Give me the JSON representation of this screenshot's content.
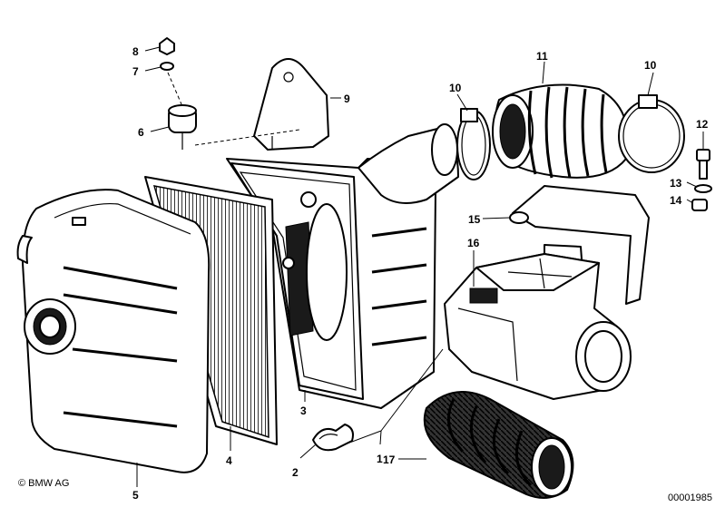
{
  "diagram": {
    "callouts": [
      "1",
      "2",
      "3",
      "4",
      "5",
      "6",
      "7",
      "8",
      "9",
      "10",
      "10",
      "11",
      "12",
      "13",
      "14",
      "15",
      "16",
      "17"
    ]
  },
  "footer": {
    "copyright": "© BMW AG",
    "drawing_number": "00001985"
  }
}
